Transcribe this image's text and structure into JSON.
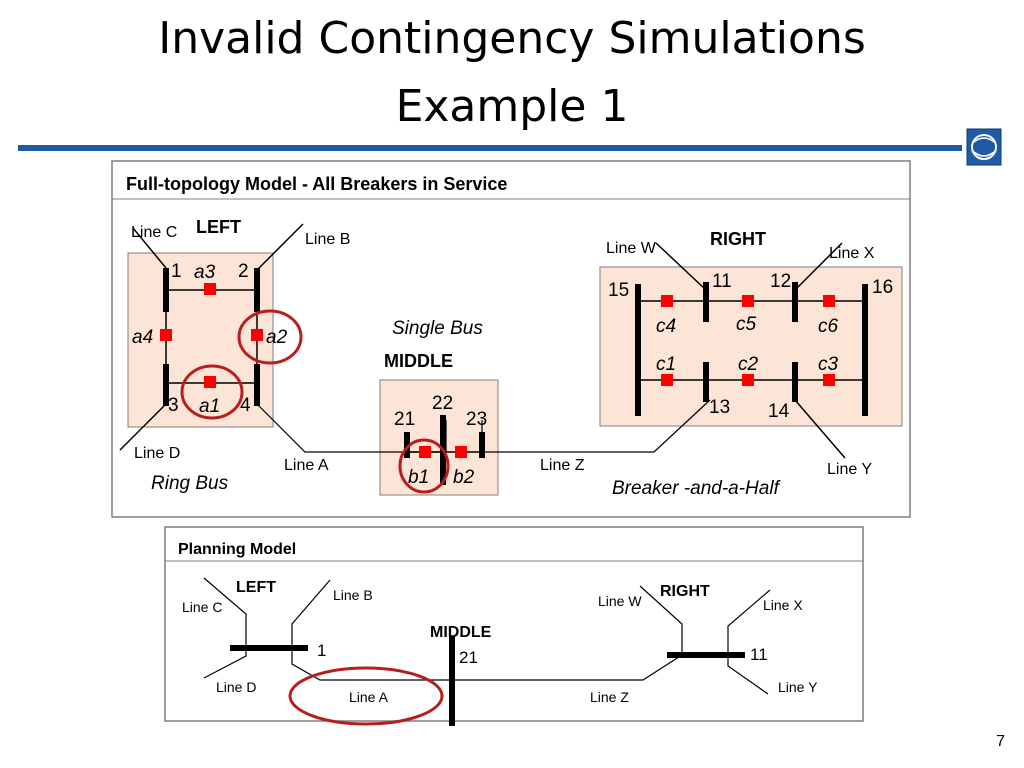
{
  "title": {
    "line1": "Invalid Contingency Simulations",
    "line2": "Example 1"
  },
  "page_number": "7",
  "full_topology": {
    "heading": "Full-topology Model - All Breakers in Service",
    "left": {
      "title": "LEFT",
      "caption": "Ring Bus",
      "nodes": [
        "1",
        "2",
        "3",
        "4"
      ],
      "breakers": [
        "a1",
        "a2",
        "a3",
        "a4"
      ],
      "lines": [
        "Line C",
        "Line B",
        "Line D",
        "Line A"
      ]
    },
    "middle": {
      "title": "MIDDLE",
      "caption": "Single Bus",
      "nodes": [
        "21",
        "22",
        "23"
      ],
      "breakers": [
        "b1",
        "b2"
      ]
    },
    "right": {
      "title": "RIGHT",
      "caption": "Breaker -and-a-Half",
      "nodes": [
        "11",
        "12",
        "13",
        "14",
        "15",
        "16"
      ],
      "breakers": [
        "c1",
        "c2",
        "c3",
        "c4",
        "c5",
        "c6"
      ],
      "lines": [
        "Line W",
        "Line X",
        "Line Y",
        "Line Z"
      ]
    }
  },
  "planning": {
    "heading": "Planning Model",
    "left": {
      "title": "LEFT",
      "node": "1",
      "lines": [
        "Line C",
        "Line B",
        "Line D",
        "Line A"
      ]
    },
    "middle": {
      "title": "MIDDLE",
      "node": "21"
    },
    "right": {
      "title": "RIGHT",
      "node": "11",
      "lines": [
        "Line W",
        "Line X",
        "Line Y",
        "Line Z"
      ]
    }
  },
  "colors": {
    "accent_blue": "#1f5aa5",
    "breaker_red": "#ff0000",
    "highlight_circle": "#b81e1e",
    "station_fill": "#fce4d6"
  }
}
